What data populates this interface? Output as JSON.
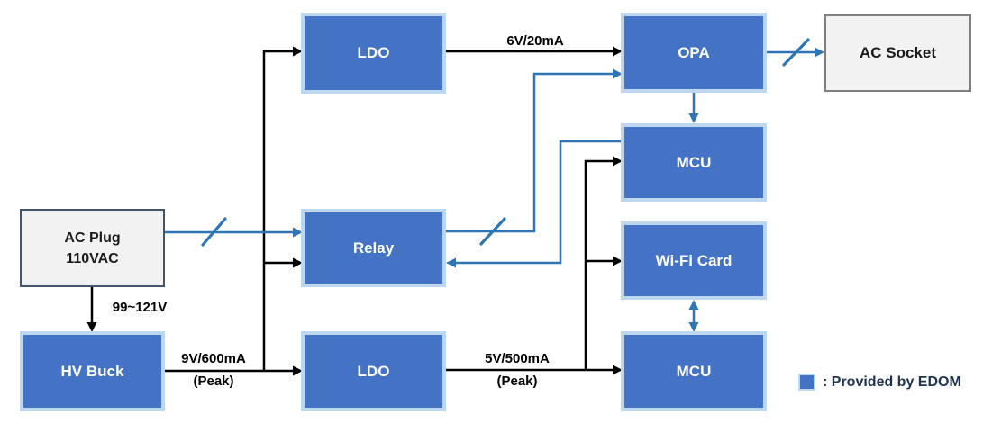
{
  "diagram": {
    "boxes": {
      "ac_plug": {
        "line1": "AC Plug",
        "line2": "110VAC"
      },
      "hv_buck": {
        "label": "HV Buck"
      },
      "ldo_top": {
        "label": "LDO"
      },
      "relay": {
        "label": "Relay"
      },
      "ldo_bottom": {
        "label": "LDO"
      },
      "opa": {
        "label": "OPA"
      },
      "mcu_top": {
        "label": "MCU"
      },
      "wifi_card": {
        "label": "Wi-Fi Card"
      },
      "mcu_bottom": {
        "label": "MCU"
      },
      "ac_socket": {
        "label": "AC Socket"
      }
    },
    "labels": {
      "ldo_to_opa": "6V/20mA",
      "plug_to_buck": "99~121V",
      "buck_out_line1": "9V/600mA",
      "buck_out_line2": "(Peak)",
      "ldo_out_line1": "5V/500mA",
      "ldo_out_line2": "(Peak)"
    },
    "legend": {
      "text": ": Provided by EDOM"
    },
    "connections": [
      {
        "from": "AC Plug 110VAC",
        "to": "Relay",
        "style": "blue-ac-pair",
        "label": ""
      },
      {
        "from": "AC Plug 110VAC",
        "to": "HV Buck",
        "style": "black",
        "label": "99~121V"
      },
      {
        "from": "HV Buck",
        "to": "LDO (bottom)",
        "style": "black",
        "label": "9V/600mA (Peak)"
      },
      {
        "from": "HV Buck 9V rail",
        "to": "LDO (top)",
        "style": "black",
        "label": ""
      },
      {
        "from": "HV Buck 9V rail",
        "to": "Relay",
        "style": "black",
        "label": ""
      },
      {
        "from": "LDO (top)",
        "to": "OPA",
        "style": "black",
        "label": "6V/20mA"
      },
      {
        "from": "LDO (bottom)",
        "to": "MCU (bottom)",
        "style": "black",
        "label": "5V/500mA (Peak)"
      },
      {
        "from": "5V rail",
        "to": "MCU (top)",
        "style": "black",
        "label": ""
      },
      {
        "from": "5V rail",
        "to": "Wi-Fi Card",
        "style": "black",
        "label": ""
      },
      {
        "from": "Relay",
        "to": "OPA",
        "style": "blue-ac-pair",
        "label": ""
      },
      {
        "from": "MCU (top)",
        "to": "Relay",
        "style": "blue",
        "label": ""
      },
      {
        "from": "OPA",
        "to": "MCU (top)",
        "style": "blue",
        "label": ""
      },
      {
        "from": "OPA",
        "to": "AC Socket",
        "style": "blue-ac-pair",
        "label": ""
      },
      {
        "from": "Wi-Fi Card",
        "to": "MCU (bottom)",
        "style": "blue-bidirectional",
        "label": ""
      }
    ],
    "colors": {
      "box_fill": "#4472C4",
      "box_border": "#BDD7EE",
      "arrow_blue": "#2E75B6",
      "arrow_black": "#000000",
      "plain_box_fill": "#F2F2F2",
      "ac_plug_border": "#44546A",
      "ac_socket_border": "#7F7F7F",
      "legend_text": "#1F3250"
    }
  }
}
